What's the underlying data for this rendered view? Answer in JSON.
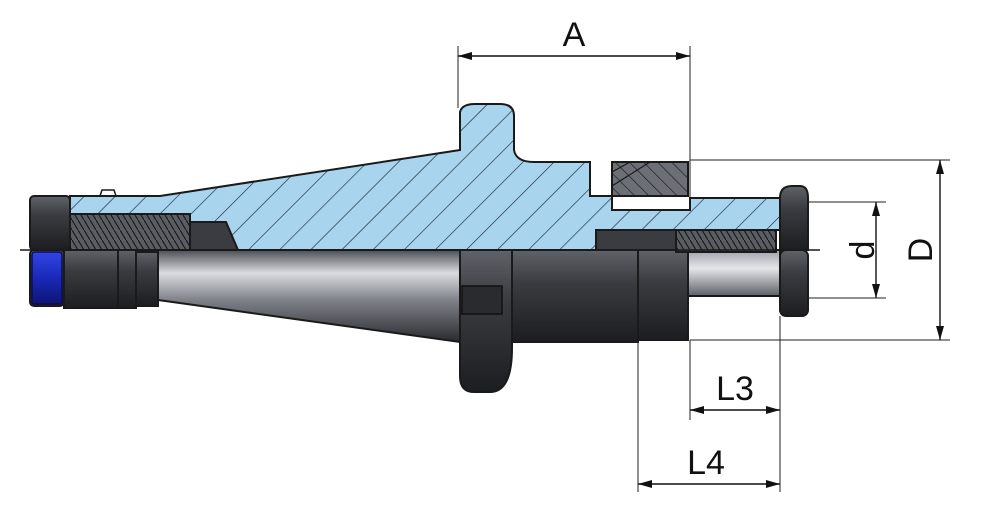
{
  "dimensions": {
    "A": "A",
    "d": "d",
    "D": "D",
    "L3": "L3",
    "L4": "L4"
  },
  "colors": {
    "section_fill": "#a9d4ee",
    "hatch": "#1c2a36",
    "steel_dark": "#2b2b2e",
    "steel_mid": "#55585e",
    "steel_light": "#b9bcc2",
    "blue_ring": "#1f2fc7",
    "dimension": "#111111"
  }
}
